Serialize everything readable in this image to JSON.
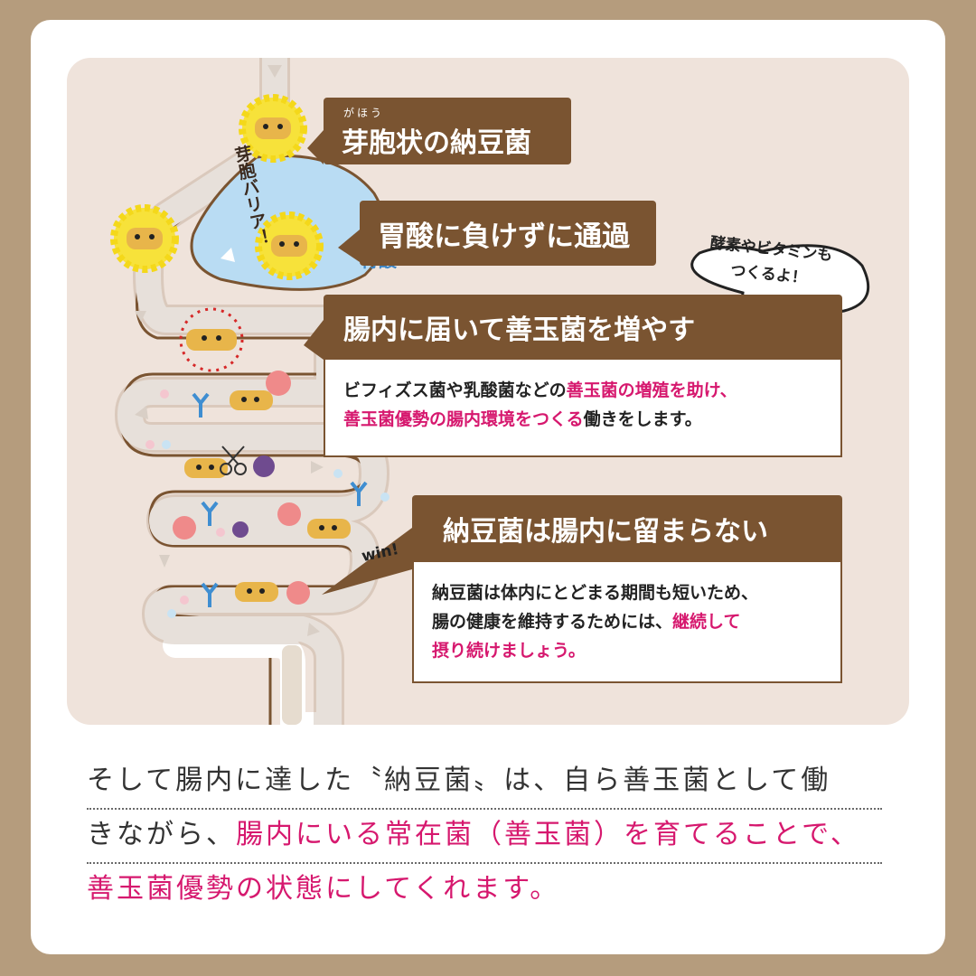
{
  "diagram": {
    "vertical_note": "芽胞バリア！",
    "acid_label": "胃酸",
    "tag_spore": {
      "ruby": "がほう",
      "text": "芽胞状の納豆菌"
    },
    "tag_pass": "胃酸に負けずに通過",
    "speech_bubble": {
      "line1": "酵素やビタミンも",
      "line2": "つくるよ！"
    },
    "win_text": "win!",
    "section_reach": {
      "title": "腸内に届いて善玉菌を増やす",
      "body_parts": [
        {
          "text": "ビフィズス菌や乳酸菌などの",
          "highlight": false
        },
        {
          "text": "善玉菌の増殖を助け、",
          "highlight": true
        },
        {
          "text": "善玉菌優勢の腸内環境をつくる",
          "highlight": true
        },
        {
          "text": "働きをします。",
          "highlight": false
        }
      ]
    },
    "section_stay": {
      "title": "納豆菌は腸内に留まらない",
      "body_parts": [
        {
          "text": "納豆菌は体内にとどまる期間も短いため、",
          "highlight": false
        },
        {
          "text": "腸の健康を維持するためには、",
          "highlight": false
        },
        {
          "text": "継続して",
          "highlight": true
        },
        {
          "text": "摂り続けましょう。",
          "highlight": true
        }
      ]
    }
  },
  "bottom_text": {
    "line1": "そして腸内に達した〝納豆菌〟は、自ら善玉菌として働",
    "line2_plain": "きながら、",
    "line2_pink": "腸内にいる常在菌（善玉菌）を育てることで、",
    "line3_pink": "善玉菌優勢の状態にしてくれます。"
  },
  "colors": {
    "background": "#b59c7d",
    "panel": "#efe3db",
    "tag_brown": "#7a5431",
    "highlight_pink": "#d6186e",
    "stomach_blue": "#b9dcf3",
    "bacteria_yellow": "#f7e23a"
  }
}
